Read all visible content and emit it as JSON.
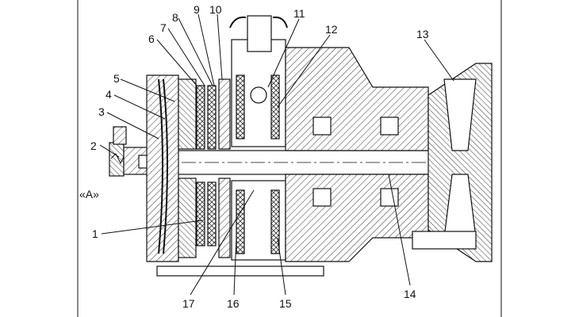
{
  "diagram": {
    "callouts": [
      {
        "id": "1",
        "text": "1"
      },
      {
        "id": "2",
        "text": "2"
      },
      {
        "id": "3",
        "text": "3"
      },
      {
        "id": "4",
        "text": "4"
      },
      {
        "id": "5",
        "text": "5"
      },
      {
        "id": "6",
        "text": "6"
      },
      {
        "id": "7",
        "text": "7"
      },
      {
        "id": "8",
        "text": "8"
      },
      {
        "id": "9",
        "text": "9"
      },
      {
        "id": "10",
        "text": "10"
      },
      {
        "id": "11",
        "text": "11"
      },
      {
        "id": "12",
        "text": "12"
      },
      {
        "id": "13",
        "text": "13"
      },
      {
        "id": "14",
        "text": "14"
      },
      {
        "id": "15",
        "text": "15"
      },
      {
        "id": "16",
        "text": "16"
      },
      {
        "id": "17",
        "text": "17"
      }
    ],
    "view_marker": "«A»"
  }
}
